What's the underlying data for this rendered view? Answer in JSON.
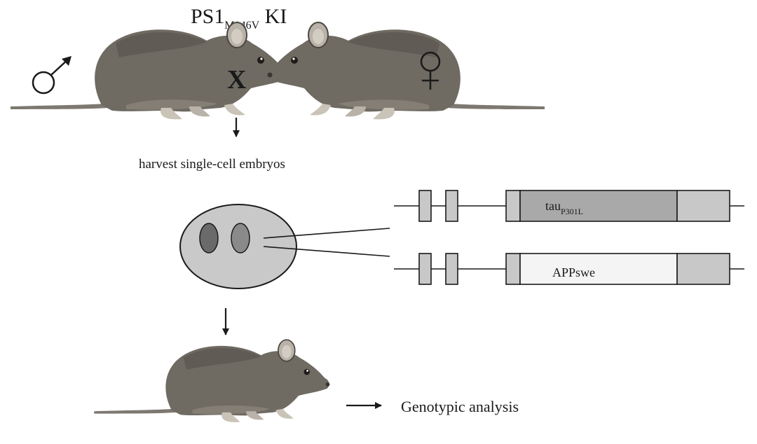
{
  "title": {
    "base": "PS1",
    "subscript": "M146V",
    "suffix": " KI"
  },
  "cross": {
    "male_symbol": "♂",
    "female_symbol": "♀",
    "cross_symbol": "X"
  },
  "steps": {
    "harvest": "harvest single-cell embryos",
    "genotypic": "Genotypic analysis"
  },
  "constructs": [
    {
      "base": "tau",
      "subscript": "P301L"
    },
    {
      "base": "APPswe",
      "subscript": ""
    }
  ],
  "colors": {
    "line": "#1a1a1a",
    "box_light": "#c8c8c8",
    "tau_fill": "#a9a9a9",
    "app_fill": "#f4f4f4",
    "embryo_fill": "#c9c9c9",
    "nucleus_fill": "#6a6a6a",
    "mouse_body": "#6f6a62",
    "mouse_dark": "#4a4640",
    "mouse_light": "#b8b2a8"
  }
}
